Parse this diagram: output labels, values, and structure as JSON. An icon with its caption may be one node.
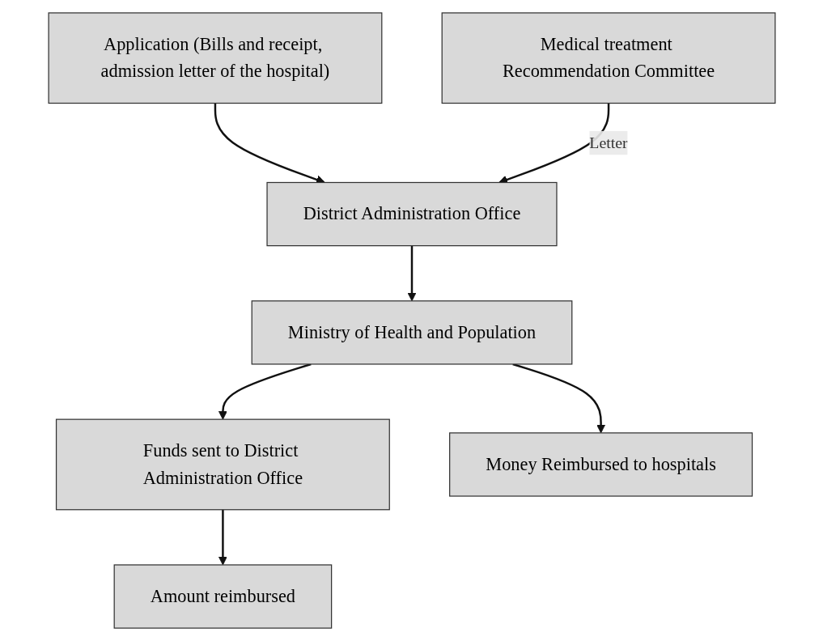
{
  "diagram": {
    "nodes": [
      {
        "text": [
          "Application (Bills and receipt, admission letter of the hospital)"
        ]
      },
      {
        "text": [
          "District Administration Office"
        ]
      },
      {
        "text": [
          "Medical treatment Recommendation Committee"
        ]
      },
      {
        "text": [
          "Ministry of Health and Population"
        ]
      },
      {
        "text": [
          "Funds sent to District Administration Office"
        ]
      },
      {
        "text": [
          "Money Reimbursed to hospitals"
        ]
      },
      {
        "text": [
          "Amount reimbursed"
        ]
      }
    ],
    "edges": [
      {
        "from": 0,
        "to": 1,
        "arrow": "to"
      },
      {
        "from": 2,
        "to": 1,
        "arrow": "to",
        "label": "Letter"
      },
      {
        "from": 1,
        "to": 3,
        "arrow": "to"
      },
      {
        "from": 3,
        "to": 4,
        "arrow": "to"
      },
      {
        "from": 3,
        "to": 5,
        "arrow": "to"
      },
      {
        "from": 4,
        "to": 6,
        "arrow": "to"
      }
    ]
  }
}
